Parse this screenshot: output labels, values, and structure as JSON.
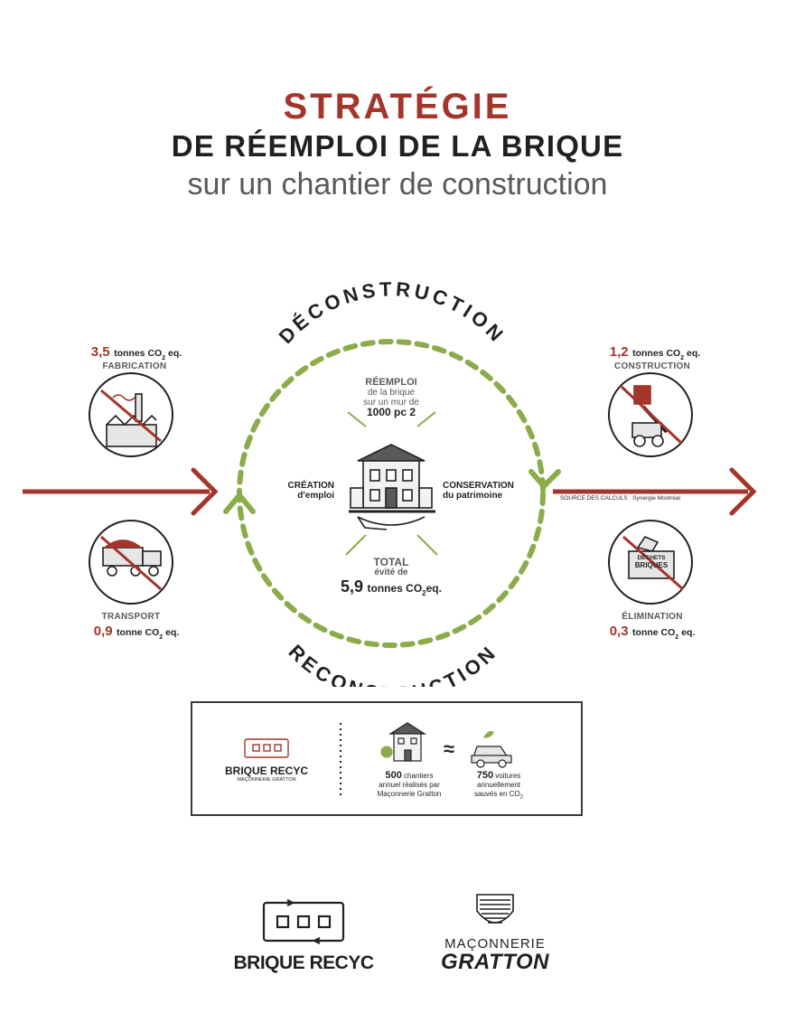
{
  "header": {
    "title_line1": "STRATÉGIE",
    "title_line2": "DE RÉEMPLOI DE LA BRIQUE",
    "title_line3": "sur un chantier de construction"
  },
  "cycle": {
    "top_arc_label": "DÉCONSTRUCTION",
    "bottom_arc_label": "RECONSTRUCTION",
    "reuse_title": "RÉEMPLOI",
    "reuse_line2": "de la brique",
    "reuse_line3": "sur un mur de",
    "reuse_line4": "1000 pc 2",
    "left_benefit_line1": "CRÉATION",
    "left_benefit_line2": "d'emploi",
    "right_benefit_line1": "CONSERVATION",
    "right_benefit_line2": "du patrimoine",
    "total_title": "TOTAL",
    "total_line2": "évité de",
    "total_value": "5,9",
    "total_unit": "tonnes CO",
    "total_unit_sub": "2",
    "total_unit_suffix": "eq."
  },
  "stages": {
    "fabrication": {
      "value": "3,5",
      "unit": "tonnes CO",
      "sub": "2",
      "suffix": " eq.",
      "label": "FABRICATION"
    },
    "transport": {
      "value": "0,9",
      "unit": "tonne CO",
      "sub": "2",
      "suffix": " eq.",
      "label": "TRANSPORT"
    },
    "construction": {
      "value": "1,2",
      "unit": "tonnes CO",
      "sub": "2",
      "suffix": " eq.",
      "label": "CONSTRUCTION"
    },
    "elimination": {
      "value": "0,3",
      "unit": "tonne CO",
      "sub": "2",
      "suffix": " eq.",
      "label": "ÉLIMINATION"
    }
  },
  "bin_text": {
    "line1": "DÉCHETS",
    "line2": "BRIQUES"
  },
  "source_note": "SOURCE DES CALCULS :  Synergie Montréal",
  "info_box": {
    "brand": "BRIQUE RECYC",
    "brand_sub": "MAÇONNERIE GRATTON",
    "approx": "≈",
    "stat1_value": "500",
    "stat1_line1": " chantiers",
    "stat1_line2": "annuel réalisés par",
    "stat1_line3": "Maçonnerie Gratton",
    "stat2_value": "750",
    "stat2_line1": " voitures",
    "stat2_line2": "annuellement",
    "stat2_line3": "sauvés en CO",
    "stat2_sub": "2"
  },
  "footer": {
    "brand1": "BRIQUE RECYC",
    "brand2_line1": "MAÇONNERIE",
    "brand2_line2": "GRATTON"
  },
  "colors": {
    "accent_red": "#a4352b",
    "cycle_green": "#8aac4a",
    "text_dark": "#231f20",
    "text_gray": "#58595b"
  }
}
